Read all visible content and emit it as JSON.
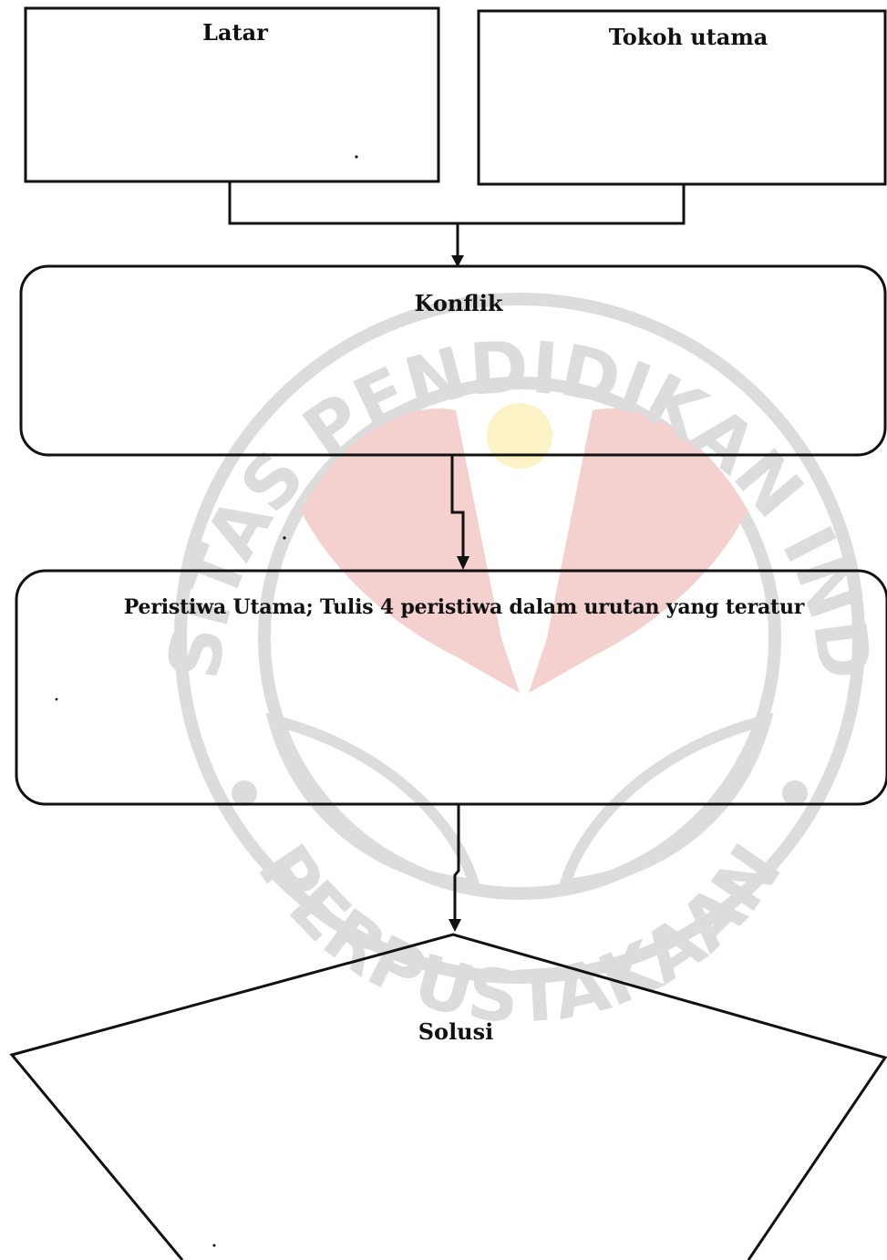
{
  "watermark": {
    "top_text": "UNIVERSITAS PENDIDIKAN INDONESIA",
    "bottom_text": "PERPUSTAKAAN",
    "ring_color": "#dcdcdc",
    "red_color": "#f4d0cf",
    "yellow_color": "#fbf2c6"
  },
  "diagram": {
    "line_color": "#111111",
    "setting_label": "Latar",
    "main_character_label": "Tokoh utama",
    "conflict_label": "Konflik",
    "events_label": "Peristiwa Utama; Tulis 4 peristiwa dalam urutan yang teratur",
    "solution_label": "Solusi"
  }
}
